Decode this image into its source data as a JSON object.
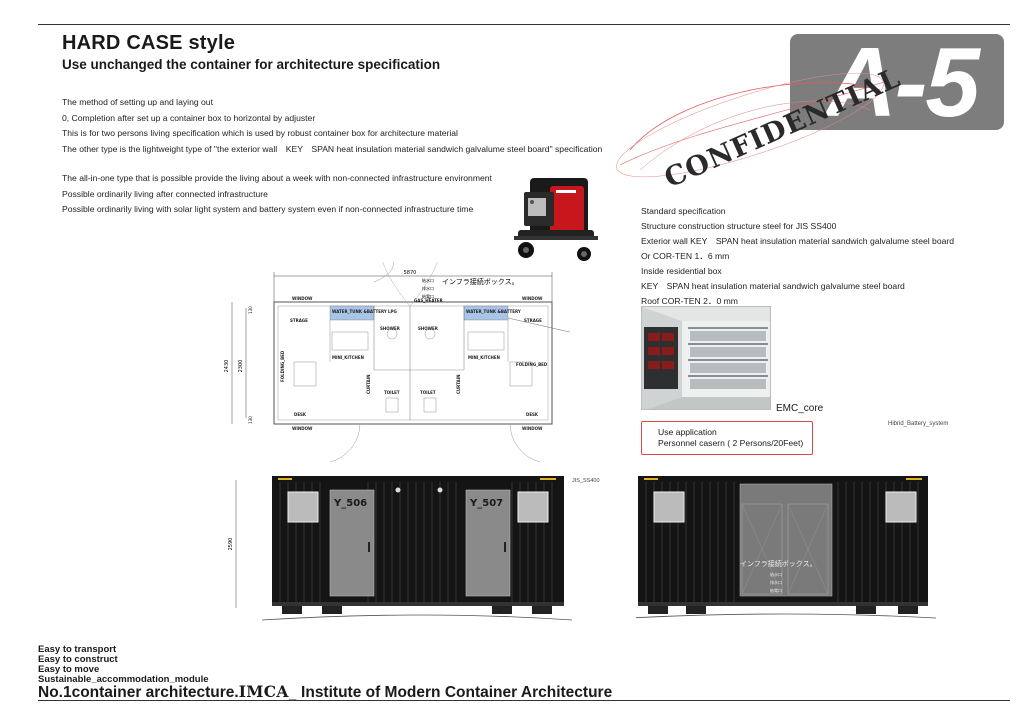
{
  "header": {
    "title": "HARD CASE style",
    "subtitle": "Use unchanged the container for architecture specification"
  },
  "badge": {
    "code": "A-5",
    "stamp": "CONFIDENTIAL"
  },
  "intro": [
    "The method of setting up and laying out",
    "0, Completion after set up a container box to horizontal by adjuster",
    "This is for two persons living specification which is used by robust container box for architecture material",
    "The other type is the lightweight type of \"the exterior wall　KEY　SPAN  heat insulation material sandwich galvalume steel board\" specification"
  ],
  "features": [
    "The all-in-one type that is possible provide the living about a week with non-connected infrastructure environment",
    "Possible ordinarily living after connected infrastructure",
    "Possible ordinarily living with solar light system and battery system even if non-connected infrastructure time"
  ],
  "spec": [
    "Standard specification",
    "Structure construction  structure steel for JIS SS400",
    "Exterior wall  KEY　SPAN  heat insulation material sandwich galvalume steel board",
    "Or COR-TEN  1．6 mm",
    "Inside residential box",
    "KEY　SPAN heat insulation material sandwich galvalume steel board",
    "Roof  COR-TEN  2．0 mm"
  ],
  "photo_caption": "EMC_core",
  "application": {
    "label": "Use application",
    "value": "Personnel casern ( 2 Persons/20Feet)"
  },
  "labels": {
    "hibrid": "Hibrid_Battery_system",
    "jis": "JIS_SS400",
    "infra_box": "インフラ接続ボックス。",
    "plug1": "給水口",
    "plug2": "排水口",
    "plug3": "給電口"
  },
  "plan": {
    "dim_total": "5870",
    "dim_height": "2430",
    "dim_inner": "2300",
    "dim_small": "130",
    "rooms": [
      "WINDOW",
      "WINDOW",
      "STRAGE",
      "WATER_TUNK &BATTERY",
      "LPG",
      "GAS_HEATER",
      "WATER_TUNK &BATTERY",
      "STRAGE",
      "SHOWER",
      "SHOWER",
      "MINI_KITCHEN",
      "MINI_KITCHEN",
      "FOLDING_BED",
      "FOLDING_BED",
      "CURTAIN",
      "CURTAIN",
      "TOILET",
      "TOILET",
      "DESK",
      "DESK",
      "WINDOW",
      "WINDOW"
    ]
  },
  "elevation": {
    "door_left": "Y_506",
    "door_right": "Y_507",
    "height_dim": "2590"
  },
  "bottom_lines": [
    "Easy to transport",
    "Easy to construct",
    "Easy to move",
    "Sustainable_accommodation_module"
  ],
  "footer": {
    "brand": "No.1container architecture.",
    "imca": "IMCA_",
    "institute": " Institute of Modern Container Architecture"
  },
  "colors": {
    "badge": "#7d7d7d",
    "container": "#141414",
    "door": "#8a8a8a",
    "accent_blue": "#a8c4e6",
    "app_border": "#d84848",
    "generator": "#c8161d"
  }
}
